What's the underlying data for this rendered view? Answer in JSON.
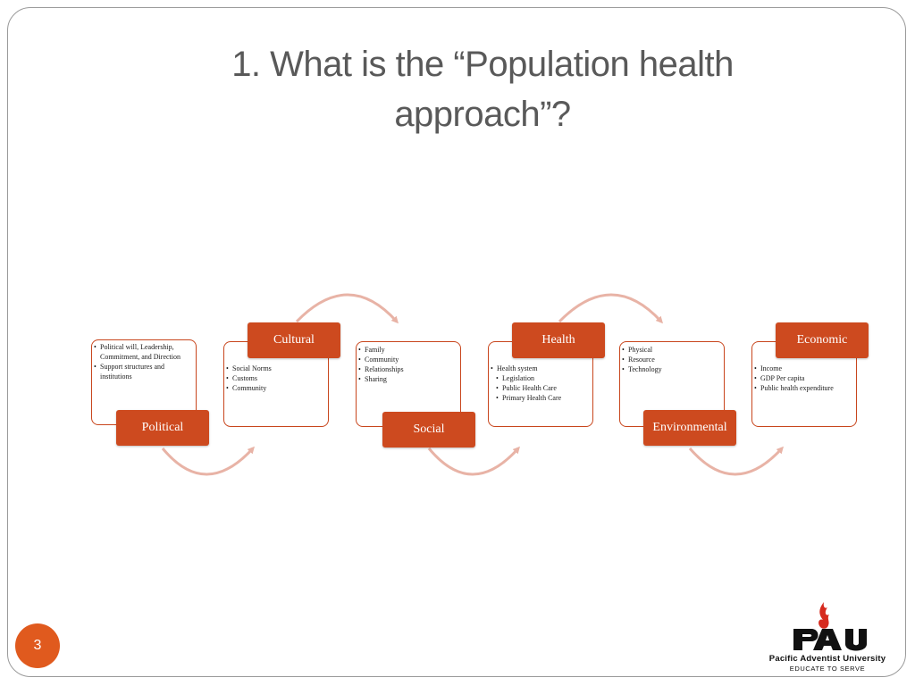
{
  "slide": {
    "title_line1": "1. What is the “Population health",
    "title_line2": "approach”?",
    "page_number": "3"
  },
  "diagram": {
    "steps": [
      {
        "label": "Political",
        "bullets": [
          {
            "text": "Political will, Leadership, Commitment, and Direction",
            "level": 1
          },
          {
            "text": "Support structures and institutions",
            "level": 1
          }
        ]
      },
      {
        "label": "Cultural",
        "bullets": [
          {
            "text": "Social Norms",
            "level": 1
          },
          {
            "text": "Customs",
            "level": 1
          },
          {
            "text": "Community",
            "level": 1
          }
        ]
      },
      {
        "label": "Social",
        "bullets": [
          {
            "text": "Family",
            "level": 1
          },
          {
            "text": "Community",
            "level": 1
          },
          {
            "text": "Relationships",
            "level": 1
          },
          {
            "text": "Sharing",
            "level": 1
          }
        ]
      },
      {
        "label": "Health",
        "bullets": [
          {
            "text": "Health system",
            "level": 1
          },
          {
            "text": "Legislation",
            "level": 2
          },
          {
            "text": "Public Health Care",
            "level": 2
          },
          {
            "text": "Primary Health Care",
            "level": 2
          }
        ]
      },
      {
        "label": "Environmental",
        "bullets": [
          {
            "text": "Physical",
            "level": 1
          },
          {
            "text": "Resource",
            "level": 1
          },
          {
            "text": "Technology",
            "level": 1
          }
        ]
      },
      {
        "label": "Economic",
        "bullets": [
          {
            "text": "Income",
            "level": 1
          },
          {
            "text": "GDP Per capita",
            "level": 1
          },
          {
            "text": "Public health expenditure",
            "level": 1
          }
        ]
      }
    ]
  },
  "logo": {
    "abbrev": "PAU",
    "name": "Pacific Adventist University",
    "tagline": "EDUCATE TO SERVE"
  },
  "colors": {
    "accent": "#cd4a1f",
    "arrow": "#e8b3a6",
    "badge": "#e05a1e",
    "title": "#595959"
  }
}
